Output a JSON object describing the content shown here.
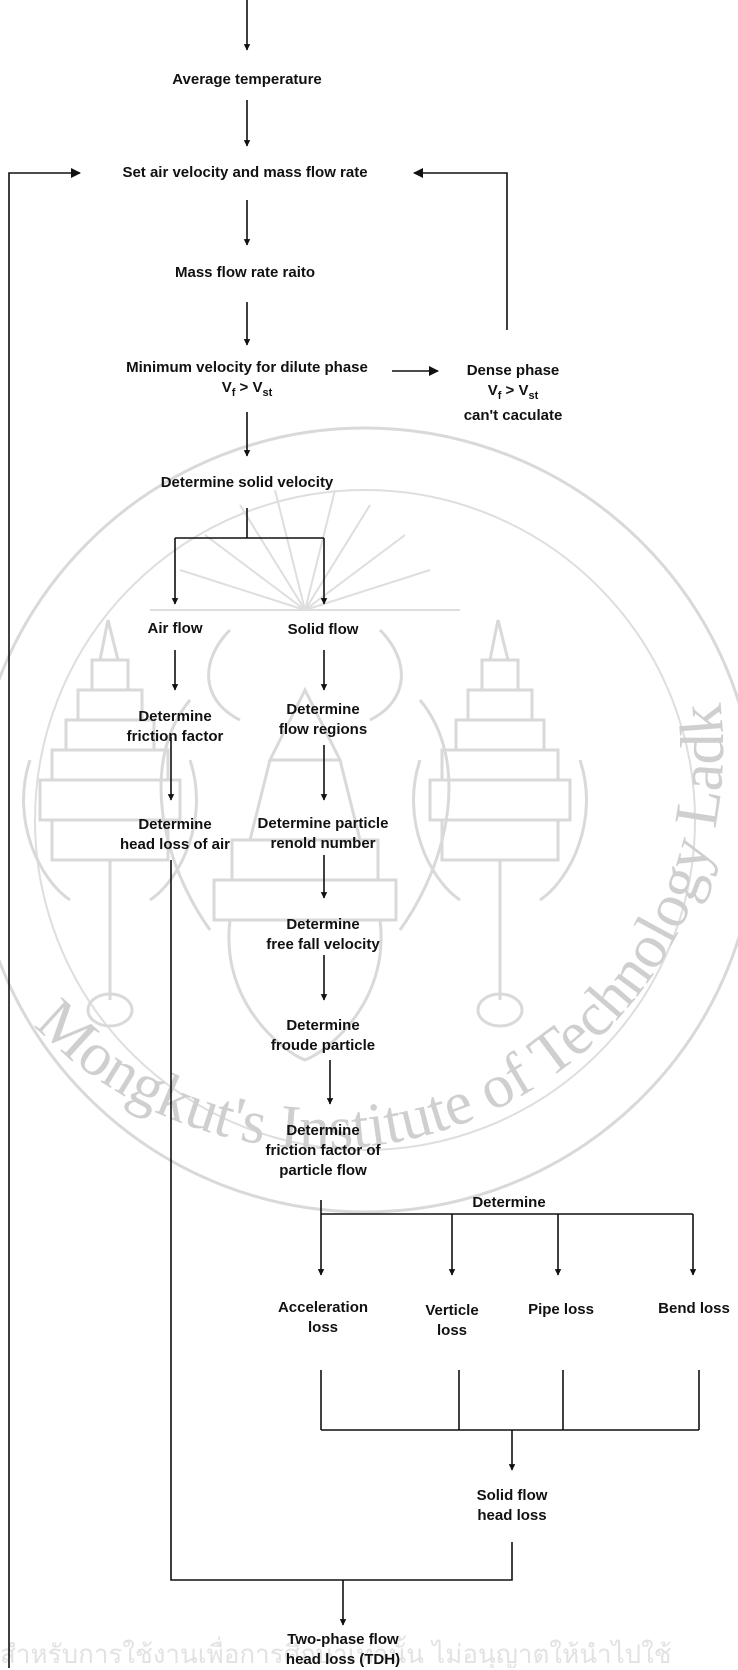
{
  "nodes": {
    "average_temperature": "Average temperature",
    "set_air_velocity": "Set air velocity and mass flow rate",
    "mass_flow_rate_ratio": "Mass flow rate raito",
    "min_velocity": {
      "line1": "Minimum velocity for dilute phase",
      "cond_v": "V",
      "cond_f": "f",
      "cond_gt": " > V",
      "cond_st": "st"
    },
    "dense_phase": {
      "line1": "Dense phase",
      "cond_v": "V",
      "cond_f": "f",
      "cond_gt": " > V",
      "cond_st": "st",
      "line3": "can't caculate"
    },
    "determine_solid_velocity": "Determine solid velocity",
    "air_flow": "Air flow",
    "solid_flow": "Solid flow",
    "friction_factor": [
      "Determine",
      "friction factor"
    ],
    "head_loss_air": [
      "Determine",
      "head loss of air"
    ],
    "flow_regions": [
      "Determine",
      "flow regions"
    ],
    "particle_renold": [
      "Determine particle",
      "renold number"
    ],
    "free_fall": [
      "Determine",
      "free fall velocity"
    ],
    "froude": [
      "Determine",
      "froude particle"
    ],
    "friction_particle": [
      "Determine",
      "friction factor of",
      "particle flow"
    ],
    "determine": "Determine",
    "acceleration_loss": [
      "Acceleration",
      "loss"
    ],
    "verticle_loss": [
      "Verticle",
      "loss"
    ],
    "pipe_loss": "Pipe loss",
    "bend_loss": "Bend loss",
    "solid_head_loss": [
      "Solid flow",
      "head loss"
    ],
    "two_phase": [
      "Two-phase flow",
      "head loss (TDH)"
    ]
  },
  "watermark": {
    "arc_text": "Mongkut's Institute of Technology Ladkrabang",
    "footer_text": "สำหรับการใช้งานเพื่อการศึกษาเท่านั้น ไม่อนุญาตให้นำไปใช้"
  },
  "colors": {
    "line": "#111111",
    "watermark": "#d9d9d9"
  }
}
